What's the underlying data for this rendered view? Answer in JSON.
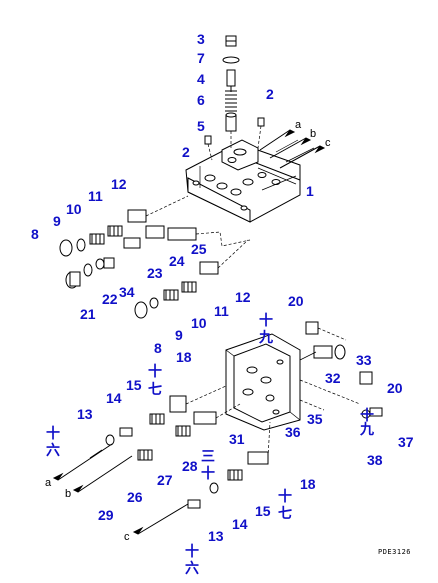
{
  "labels": {
    "l1": "1",
    "l2": "2",
    "l3": "3",
    "l4": "4",
    "l5": "5",
    "l6": "6",
    "l7": "7",
    "l8": "8",
    "l9": "9",
    "l10": "10",
    "l11": "11",
    "l12": "12",
    "l13": "13",
    "l14": "14",
    "l15": "15",
    "l18": "18",
    "l20": "20",
    "l21": "21",
    "l22": "22",
    "l23": "23",
    "l24": "24",
    "l25": "25",
    "l26": "26",
    "l27": "27",
    "l28": "28",
    "l29": "29",
    "l31": "31",
    "l32": "32",
    "l33": "33",
    "l34": "34",
    "l35": "35",
    "l36": "36",
    "l37": "37",
    "l38": "38"
  },
  "kanji": {
    "k16a": "十",
    "k16b": "六",
    "k17a": "十",
    "k17b": "七",
    "k19a": "十",
    "k19b": "九",
    "k30a": "三",
    "k30b": "十"
  },
  "ports": {
    "a": "a",
    "b": "b",
    "c": "c"
  },
  "drawing_code": "PDE3126"
}
